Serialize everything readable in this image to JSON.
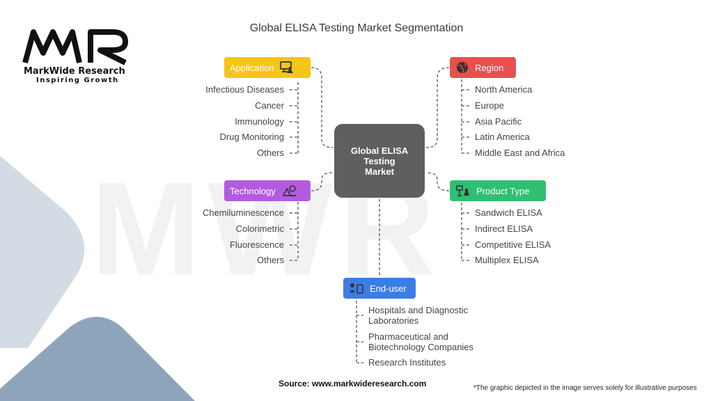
{
  "title": "Global ELISA Testing Market Segmentation",
  "logo": {
    "mark": "MWR",
    "name": "MarkWide Research",
    "tagline": "Inspiring Growth"
  },
  "watermark": "MWR",
  "center": {
    "label": "Global ELISA Testing Market"
  },
  "categories": {
    "application": {
      "label": "Application",
      "color": "#f5c518",
      "icon": "computer-flask-icon",
      "items": [
        "Infectious Diseases",
        "Cancer",
        "Immunology",
        "Drug Monitoring",
        "Others"
      ]
    },
    "technology": {
      "label": "Technology",
      "color": "#b35be0",
      "icon": "lab-equipment-icon",
      "items": [
        "Chemiluminescence",
        "Colorimetric",
        "Fluorescence",
        "Others"
      ]
    },
    "region": {
      "label": "Region",
      "color": "#e94f4f",
      "icon": "globe-icon",
      "items": [
        "North America",
        "Europe",
        "Asia Pacific",
        "Latin America",
        "Middle East and Africa"
      ]
    },
    "product_type": {
      "label": "Product Type",
      "color": "#2fbf71",
      "icon": "lab-bottles-icon",
      "items": [
        "Sandwich ELISA",
        "Indirect ELISA",
        "Competitive ELISA",
        "Multiplex ELISA"
      ]
    },
    "end_user": {
      "label": "End-user",
      "color": "#3b7de6",
      "icon": "people-device-icon",
      "items": [
        "Hospitals and Diagnostic Laboratories",
        "Pharmaceutical and Biotechnology Companies",
        "Research Institutes"
      ]
    }
  },
  "source": "Source: www.markwideresearch.com",
  "disclaimer": "*The graphic depicted in the image serves solely for illustrative purposes"
}
